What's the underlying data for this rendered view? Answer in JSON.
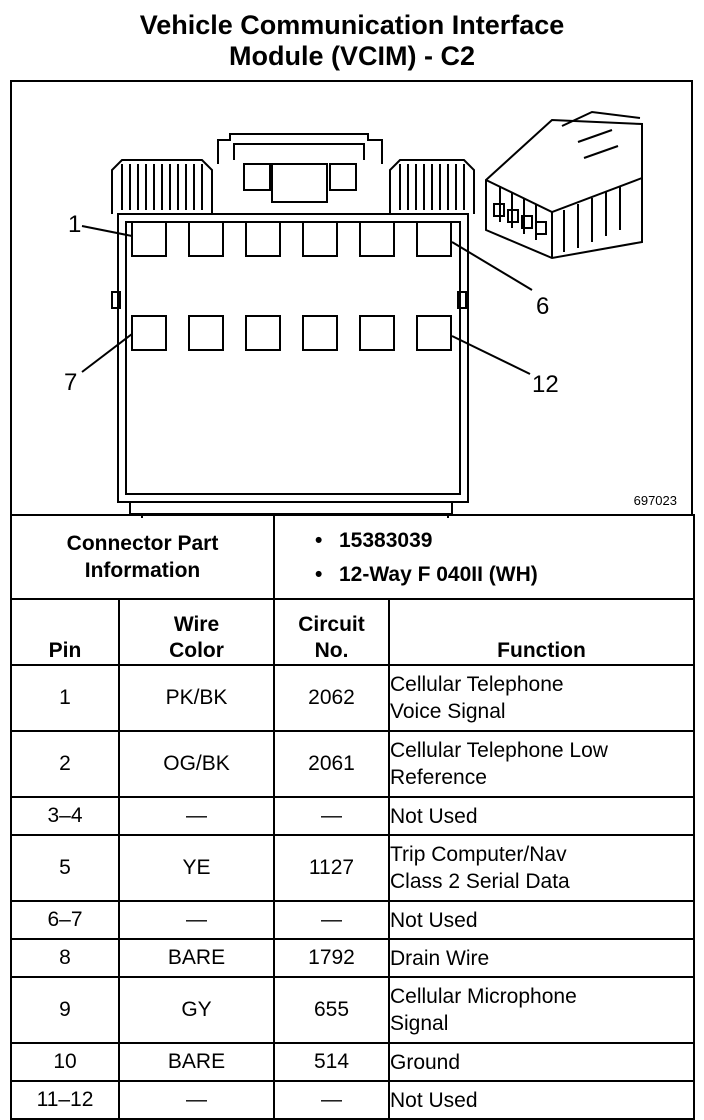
{
  "title": {
    "line1": "Vehicle Communication Interface",
    "line2": "Module (VCIM) - C2"
  },
  "diagram": {
    "figure_id": "697023",
    "callouts": {
      "pin1": "1",
      "pin6": "6",
      "pin7": "7",
      "pin12": "12"
    }
  },
  "connector_info": {
    "label": "Connector Part Information",
    "label_line1": "Connector Part",
    "label_line2": "Information",
    "items": [
      "15383039",
      "12-Way F 040II (WH)"
    ],
    "bullet": "•"
  },
  "table": {
    "headers": {
      "pin": "Pin",
      "wire_color_1": "Wire",
      "wire_color_2": "Color",
      "circuit_1": "Circuit",
      "circuit_2": "No.",
      "function": "Function"
    },
    "rows": [
      {
        "pin": "1",
        "wire": "PK/BK",
        "circuit": "2062",
        "fn1": "Cellular Telephone",
        "fn2": "Voice Signal"
      },
      {
        "pin": "2",
        "wire": "OG/BK",
        "circuit": "2061",
        "fn1": "Cellular Telephone Low",
        "fn2": "Reference"
      },
      {
        "pin": "3–4",
        "wire": "—",
        "circuit": "—",
        "fn1": "Not Used",
        "fn2": ""
      },
      {
        "pin": "5",
        "wire": "YE",
        "circuit": "1127",
        "fn1": "Trip Computer/Nav",
        "fn2": "Class 2 Serial Data"
      },
      {
        "pin": "6–7",
        "wire": "—",
        "circuit": "—",
        "fn1": "Not Used",
        "fn2": ""
      },
      {
        "pin": "8",
        "wire": "BARE",
        "circuit": "1792",
        "fn1": "Drain Wire",
        "fn2": ""
      },
      {
        "pin": "9",
        "wire": "GY",
        "circuit": "655",
        "fn1": "Cellular Microphone",
        "fn2": "Signal"
      },
      {
        "pin": "10",
        "wire": "BARE",
        "circuit": "514",
        "fn1": "Ground",
        "fn2": ""
      },
      {
        "pin": "11–12",
        "wire": "—",
        "circuit": "—",
        "fn1": "Not Used",
        "fn2": ""
      }
    ]
  }
}
